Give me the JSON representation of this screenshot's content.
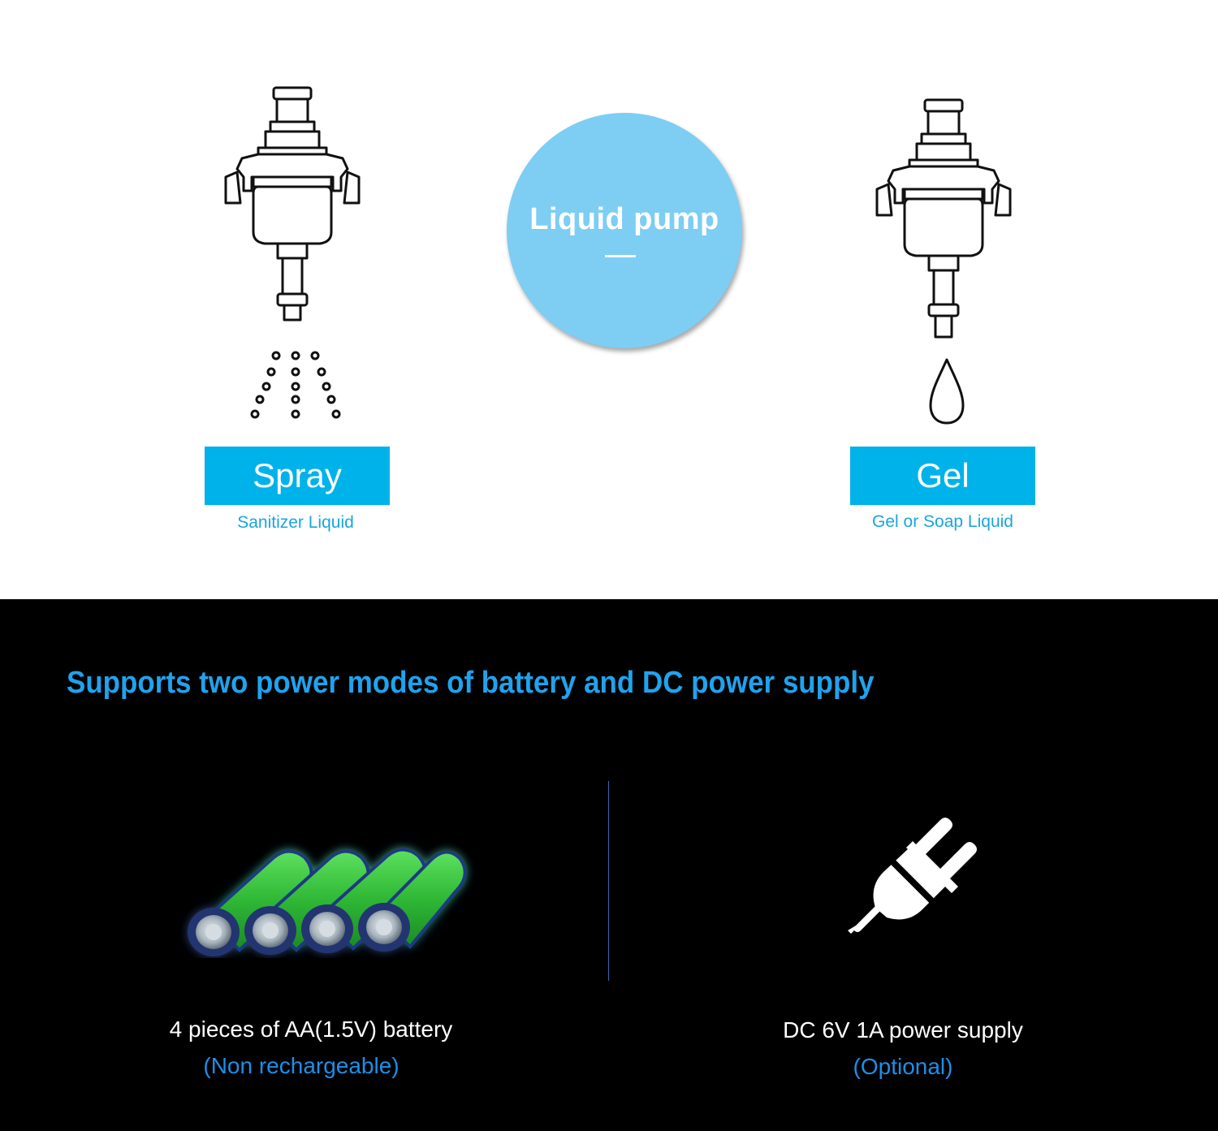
{
  "pump": {
    "title": "Liquid pump",
    "spray": {
      "label": "Spray",
      "subtitle": "Sanitizer Liquid",
      "icon": "spray-pump-icon"
    },
    "gel": {
      "label": "Gel",
      "subtitle": "Gel or Soap Liquid",
      "icon": "gel-pump-icon"
    },
    "accent": "#00b2ea",
    "circle_color": "#7ecdf3"
  },
  "power": {
    "headline": "Supports two power modes of battery and DC power supply",
    "battery": {
      "caption": "4 pieces of AA(1.5V) battery",
      "note": "(Non rechargeable)",
      "icon": "battery-icon"
    },
    "dc": {
      "caption": "DC 6V 1A power supply",
      "note": "(Optional)",
      "icon": "power-plug-icon"
    },
    "headline_color": "#1fa3ee"
  }
}
